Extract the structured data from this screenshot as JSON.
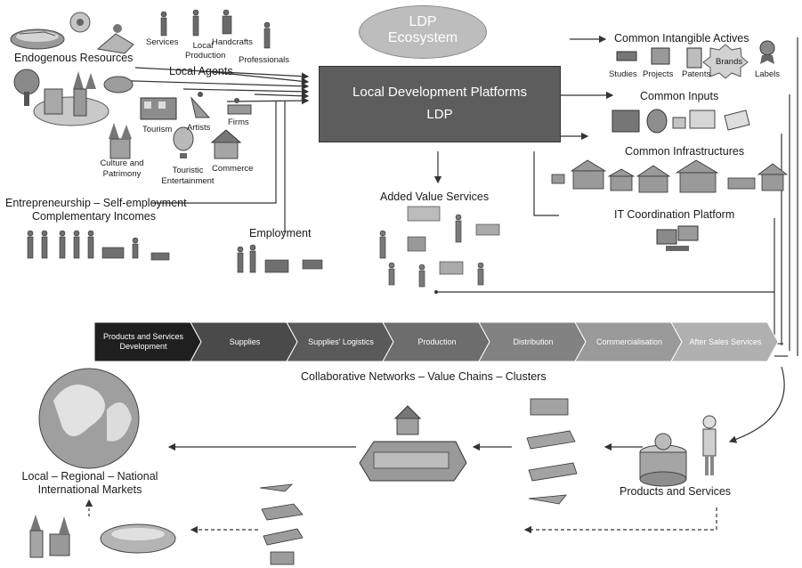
{
  "ecosystem": {
    "line1": "LDP",
    "line2": "Ecosystem"
  },
  "platform": {
    "line1": "Local Development Platforms",
    "line2": "LDP"
  },
  "resources": {
    "endogenous": "Endogenous Resources",
    "local_agents": "Local Agents",
    "agent_types": [
      "Services",
      "Local Production",
      "Handcrafts",
      "Professionals"
    ],
    "assets": [
      "Tourism",
      "Artists",
      "Firms",
      "Culture and Patrimony",
      "Touristic Entertainment",
      "Commerce"
    ],
    "entrepreneurship": "Entrepreneurship – Self-employment",
    "complementary": "Complementary Incomes",
    "employment": "Employment"
  },
  "services": {
    "added_value": "Added Value Services",
    "it_platform": "IT Coordination Platform"
  },
  "commons": {
    "intangible": "Common Intangible Actives",
    "intangible_items": [
      "Studies",
      "Projects",
      "Patents",
      "Brands",
      "Labels"
    ],
    "inputs": "Common Inputs",
    "infrastructures": "Common Infrastructures"
  },
  "value_chain": {
    "stages": [
      {
        "label": "Products and Services Development",
        "color": "#1f1f1f"
      },
      {
        "label": "Supplies",
        "color": "#4a4a4a"
      },
      {
        "label": "Supplies' Logistics",
        "color": "#5a5a5a"
      },
      {
        "label": "Production",
        "color": "#6d6d6d"
      },
      {
        "label": "Distribution",
        "color": "#828282"
      },
      {
        "label": "Commercialisation",
        "color": "#9a9a9a"
      },
      {
        "label": "After Sales Services",
        "color": "#b0b0b0"
      }
    ],
    "caption": "Collaborative Networks – Value Chains – Clusters"
  },
  "markets": {
    "line1": "Local – Regional – National",
    "line2": "International Markets"
  },
  "products_services": "Products and Services"
}
